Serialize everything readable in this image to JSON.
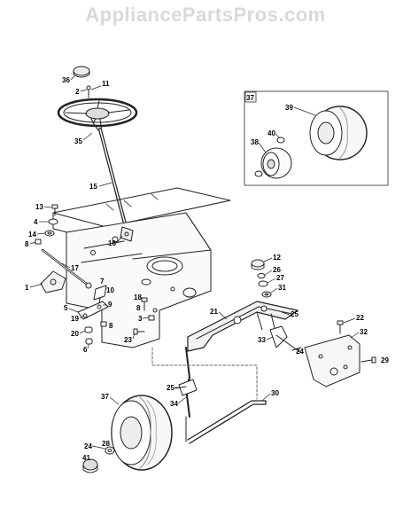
{
  "watermark": "AppliancePartsPros.com",
  "inset_label": "37",
  "callouts": [
    "1",
    "2",
    "3",
    "4",
    "5",
    "6",
    "7",
    "8",
    "9",
    "10",
    "11",
    "12",
    "13",
    "14",
    "15",
    "16",
    "17",
    "18",
    "19",
    "20",
    "21",
    "22",
    "23",
    "24",
    "25",
    "26",
    "27",
    "28",
    "29",
    "30",
    "31",
    "32",
    "33",
    "34",
    "35",
    "36",
    "37",
    "38",
    "39",
    "40",
    "41"
  ],
  "callout_placements": [
    {
      "label": "36",
      "to": "steering-cap"
    },
    {
      "label": "2",
      "to": "steering-bolt"
    },
    {
      "label": "11",
      "to": "steering-bolt"
    },
    {
      "label": "35",
      "to": "steering-wheel"
    },
    {
      "label": "15",
      "to": "steering-shaft"
    },
    {
      "label": "13",
      "to": "bolt-13"
    },
    {
      "label": "4",
      "to": "bushing-4"
    },
    {
      "label": "14",
      "to": "washer-14"
    },
    {
      "label": "8",
      "to": "nut-8"
    },
    {
      "label": "16",
      "to": "steering-gear"
    },
    {
      "label": "17",
      "to": "drag-link"
    },
    {
      "label": "1",
      "to": "sector-gear"
    },
    {
      "label": "7",
      "to": "pivot-bracket"
    },
    {
      "label": "10",
      "to": "pivot-bracket"
    },
    {
      "label": "5",
      "to": "pivot-arm"
    },
    {
      "label": "9",
      "to": "pivot-arm"
    },
    {
      "label": "19",
      "to": "pivot-arm"
    },
    {
      "label": "8",
      "to": "nut-8b"
    },
    {
      "label": "20",
      "to": "spacer-20"
    },
    {
      "label": "6",
      "to": "spacer-6"
    },
    {
      "label": "18",
      "to": "frame-bolt"
    },
    {
      "label": "8",
      "to": "frame-bolt"
    },
    {
      "label": "3",
      "to": "frame-bolt"
    },
    {
      "label": "23",
      "to": "frame-bolt-b"
    },
    {
      "label": "12",
      "to": "cap-12"
    },
    {
      "label": "26",
      "to": "washer-26"
    },
    {
      "label": "27",
      "to": "washer-27"
    },
    {
      "label": "31",
      "to": "bearing-31"
    },
    {
      "label": "21",
      "to": "front-axle"
    },
    {
      "label": "25",
      "to": "front-axle"
    },
    {
      "label": "33",
      "to": "spindle-right"
    },
    {
      "label": "22",
      "to": "bolt-22"
    },
    {
      "label": "32",
      "to": "axle-plate"
    },
    {
      "label": "24",
      "to": "axle-plate"
    },
    {
      "label": "29",
      "to": "bolt-29"
    },
    {
      "label": "25",
      "to": "spindle-left"
    },
    {
      "label": "34",
      "to": "spindle-left"
    },
    {
      "label": "30",
      "to": "tie-rod"
    },
    {
      "label": "37",
      "to": "front-wheel"
    },
    {
      "label": "28",
      "to": "hub-28"
    },
    {
      "label": "24",
      "to": "hub-28"
    },
    {
      "label": "41",
      "to": "hub-cap"
    },
    {
      "label": "39",
      "to": "inset-tire"
    },
    {
      "label": "40",
      "to": "inset-bearing"
    },
    {
      "label": "38",
      "to": "inset-rim"
    }
  ]
}
